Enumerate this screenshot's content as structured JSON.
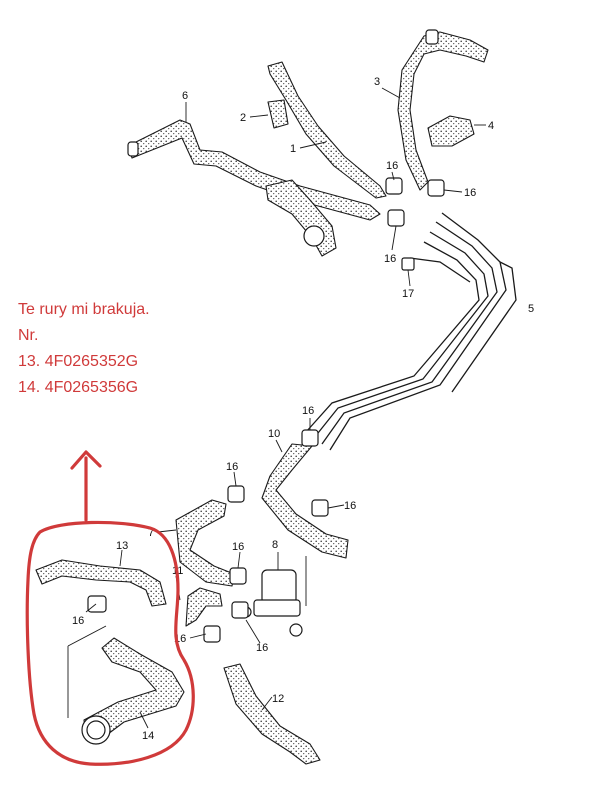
{
  "note": {
    "lines": [
      "Te rury mi brakuja.",
      "Nr.",
      "13. 4F0265352G",
      "14. 4F0265356G"
    ]
  },
  "part_numbers": {
    "p1": "1",
    "p2": "2",
    "p3": "3",
    "p4": "4",
    "p5": "5",
    "p6": "6",
    "p7": "7",
    "p8": "8",
    "p10": "10",
    "p11": "11",
    "p12": "12",
    "p13": "13",
    "p14": "14",
    "p16": "16",
    "p17": "17"
  },
  "colors": {
    "annotation_red": "#d03a3a",
    "line": "#1a1a1a",
    "background": "#ffffff"
  }
}
